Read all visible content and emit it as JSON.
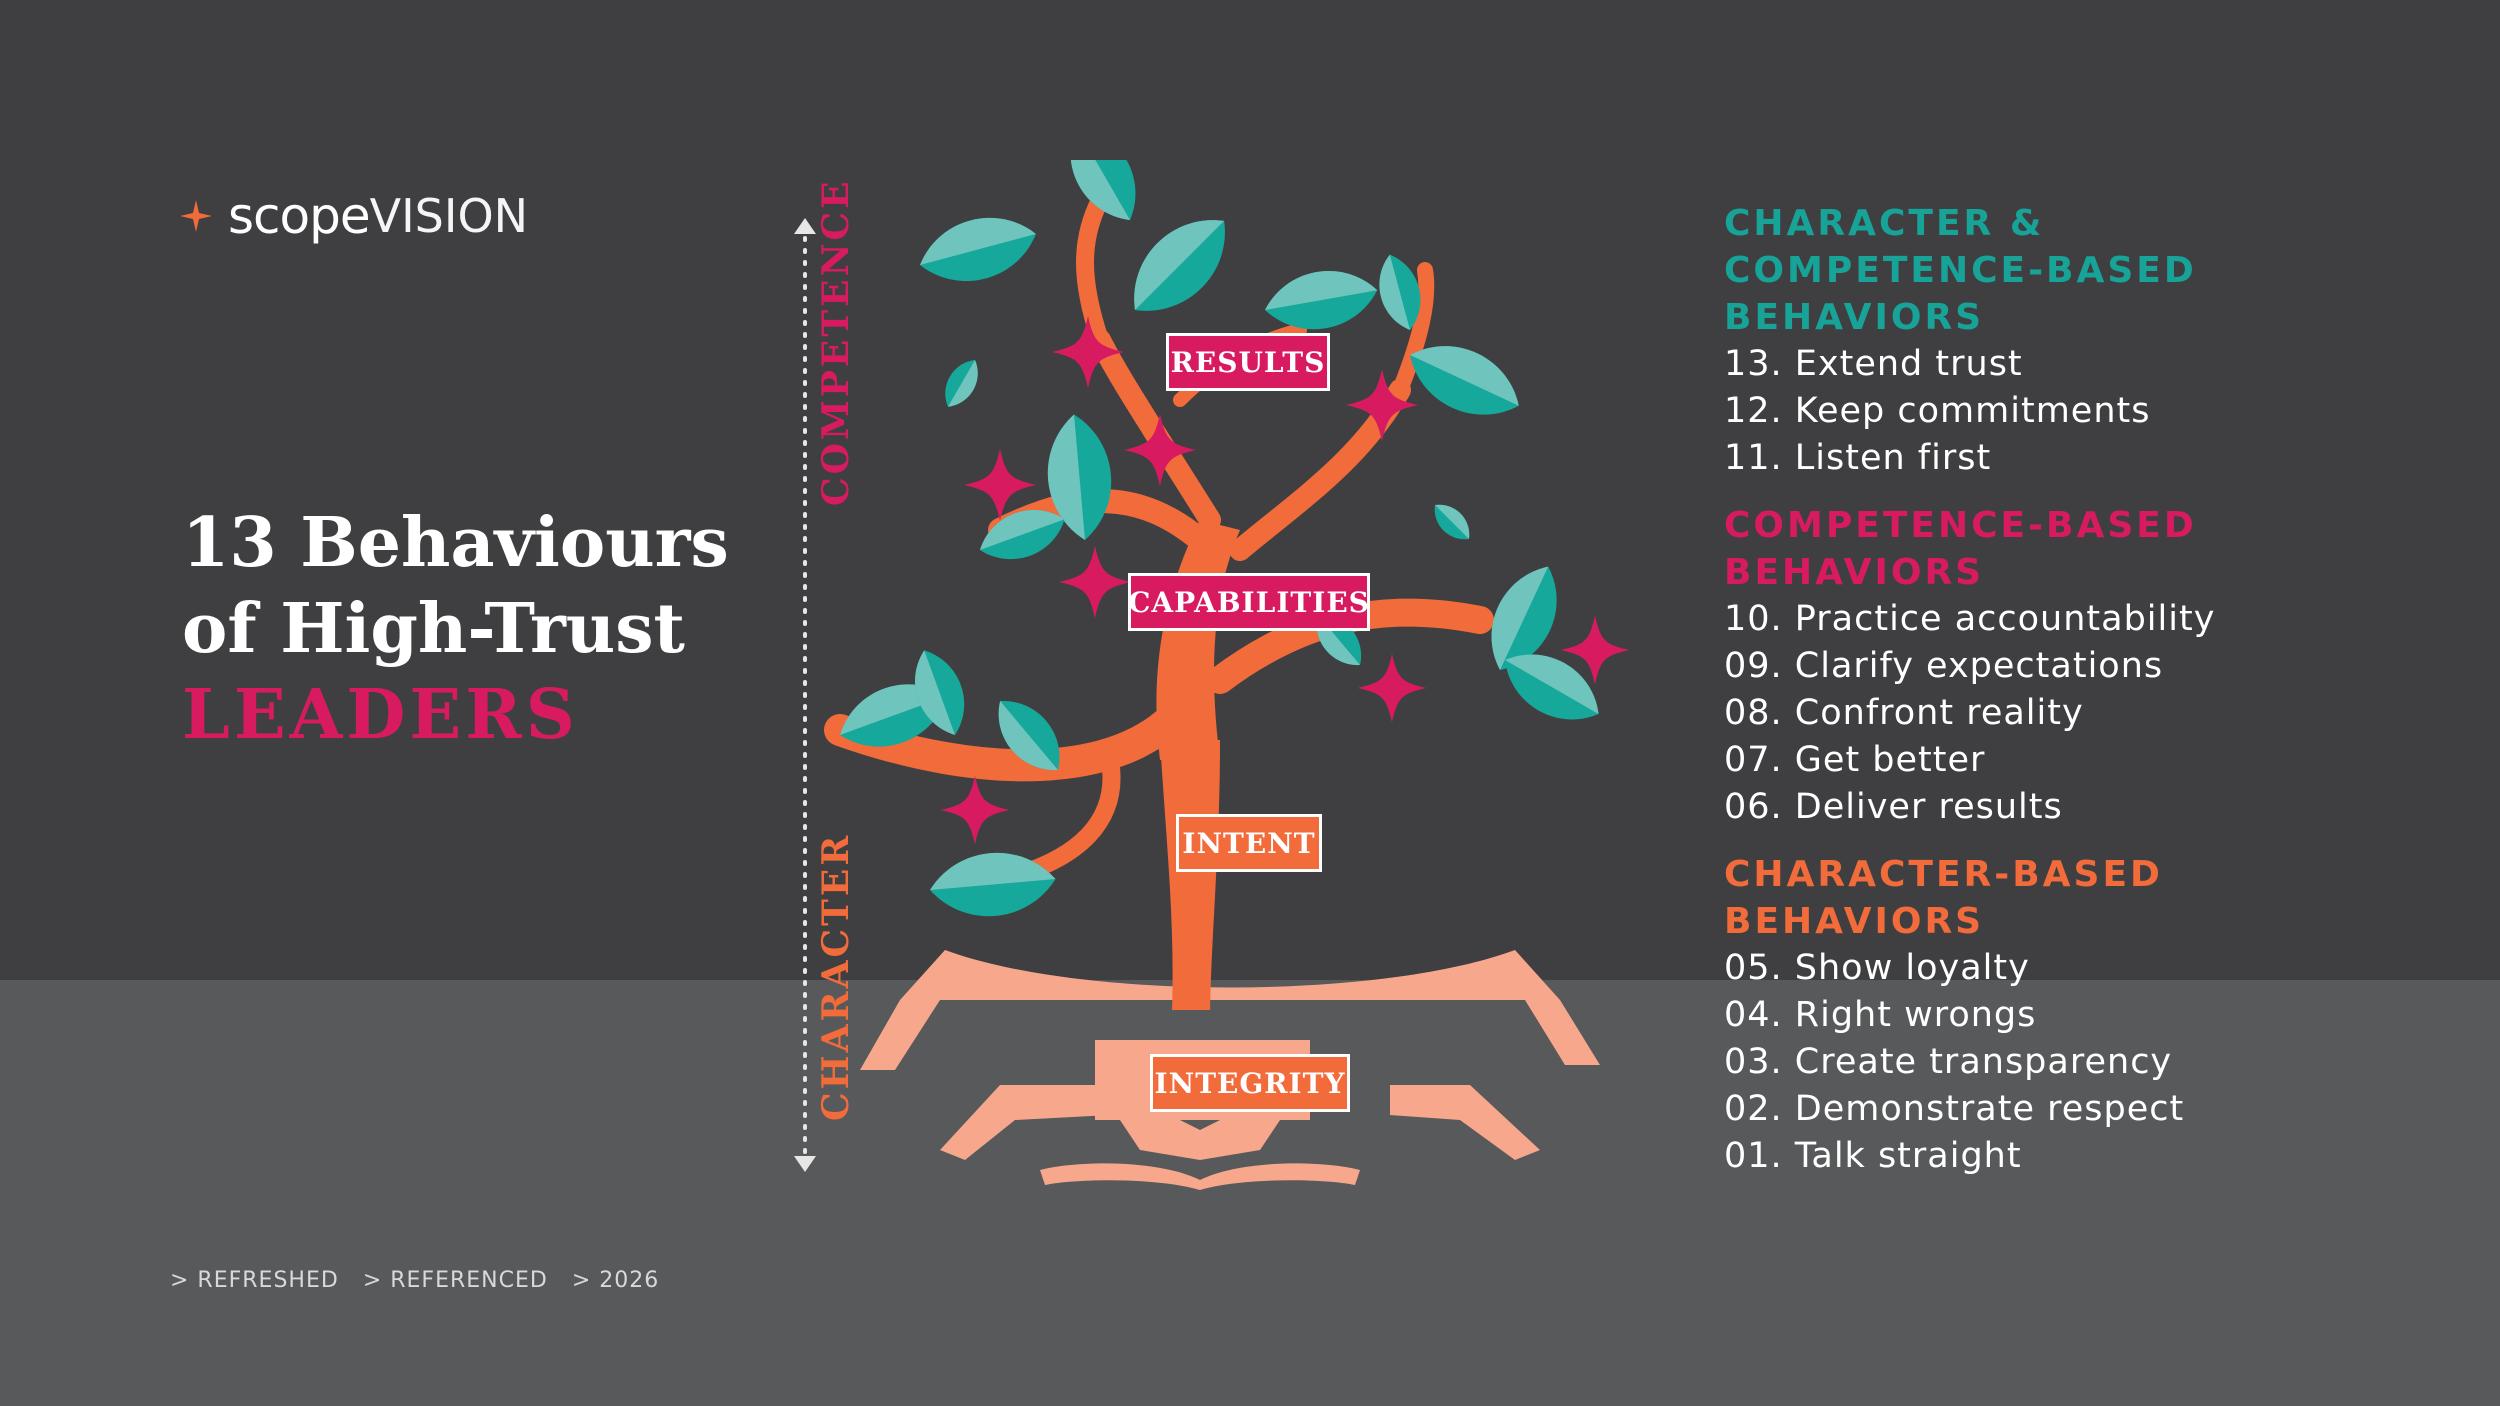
{
  "colors": {
    "teal": "#17a398",
    "pink": "#d81b60",
    "orange": "#f26b3a",
    "root": "#f7a88c",
    "leaf_dark": "#16a89a",
    "leaf_light": "#6fc5bd"
  },
  "logo": {
    "part1": "scope",
    "part2": "VISION",
    "icon": "star-icon"
  },
  "title": {
    "line1": "13 Behaviours",
    "line2": "of High-Trust",
    "line3": "LEADERS"
  },
  "footer": {
    "items": [
      "> REFRESHED",
      "> REFERENCED",
      "> 2026"
    ]
  },
  "axis": {
    "top_label": "COMPETENCE",
    "bottom_label": "CHARACTER"
  },
  "tree": {
    "labels": [
      "RESULTS",
      "CAPABILITIES",
      "INTENT",
      "INTEGRITY"
    ]
  },
  "legend": {
    "groups": [
      {
        "title_lines": [
          "CHARACTER &",
          "COMPETENCE-BASED",
          "BEHAVIORS"
        ],
        "color": "#17a398",
        "items": [
          "13. Extend trust",
          "12. Keep commitments",
          "11. Listen first"
        ]
      },
      {
        "title_lines": [
          "COMPETENCE-BASED",
          "BEHAVIORS"
        ],
        "color": "#d81b60",
        "items": [
          "10. Practice accountability",
          "09. Clarify expectations",
          "08. Confront reality",
          "07. Get better",
          "06. Deliver results"
        ]
      },
      {
        "title_lines": [
          "CHARACTER-BASED",
          "BEHAVIORS"
        ],
        "color": "#f26b3a",
        "items": [
          "05. Show loyalty",
          "04. Right wrongs",
          "03. Create transparency",
          "02. Demonstrate respect",
          "01. Talk straight"
        ]
      }
    ]
  }
}
